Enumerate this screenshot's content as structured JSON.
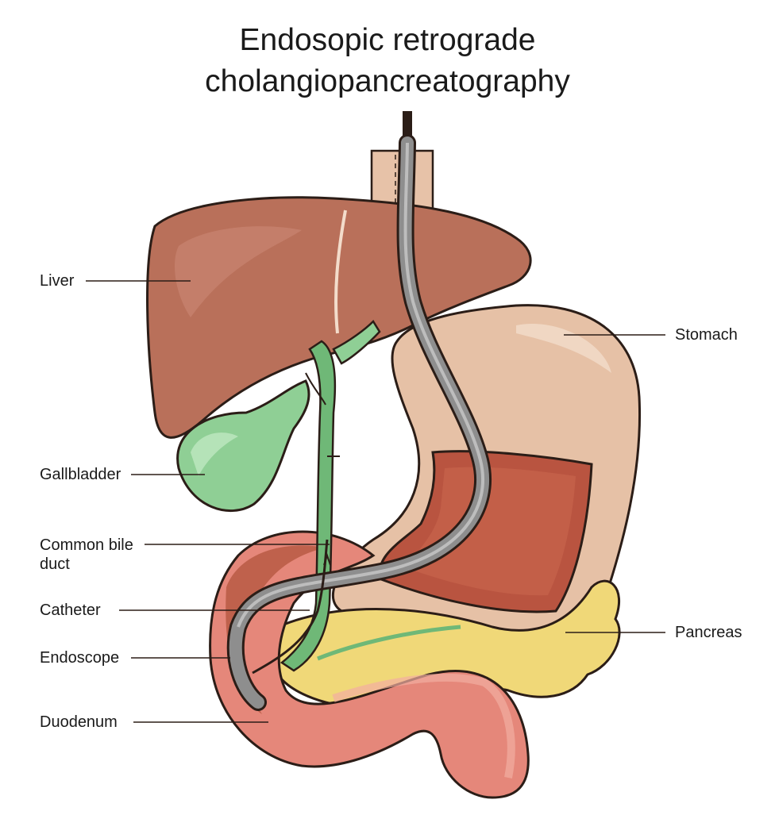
{
  "title": {
    "line1": "Endosopic retrograde",
    "line2": "cholangiopancreatography"
  },
  "labels": {
    "liver": "Liver",
    "stomach": "Stomach",
    "gallbladder": "Gallbladder",
    "common_bile_duct": "Common bile duct",
    "catheter": "Catheter",
    "endoscope": "Endoscope",
    "pancreas": "Pancreas",
    "duodenum": "Duodenum"
  },
  "colors": {
    "liver": "#b9705a",
    "stomach": "#e6c1a6",
    "stomach_inner": "#b95440",
    "gallbladder": "#8fcf95",
    "bile_duct": "#6fb877",
    "pancreas": "#f0d878",
    "duodenum": "#e5877a",
    "endoscope": "#8e8e8e",
    "outline": "#2b1d17"
  }
}
